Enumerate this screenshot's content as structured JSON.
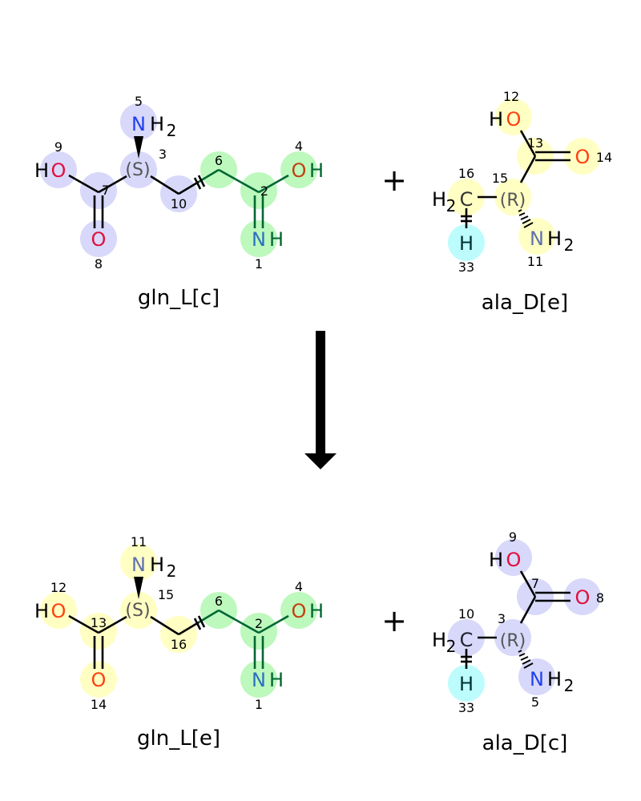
{
  "reaction": {
    "plus": "+",
    "arrow": "reaction-arrow",
    "reactants": [
      {
        "name": "gln_L[c]",
        "stereo": "(S)",
        "numbers": {
          "o_hydroxyl": "9",
          "c_carboxyl": "7",
          "o_carbonyl": "8",
          "c_alpha": "3",
          "n_amine": "5",
          "c_beta": "10",
          "c_gamma": "6",
          "c_amide": "2",
          "o_amide": "4",
          "n_amide": "1"
        }
      },
      {
        "name": "ala_D[e]",
        "stereo": "(R)",
        "numbers": {
          "o_hydroxyl": "12",
          "c_carboxyl": "13",
          "o_carbonyl": "14",
          "c_alpha": "15",
          "n_amine": "11",
          "c_methyl": "16",
          "h": "33"
        }
      }
    ],
    "products": [
      {
        "name": "gln_L[e]",
        "stereo": "(S)",
        "numbers": {
          "o_hydroxyl": "12",
          "c_carboxyl": "13",
          "o_carbonyl": "14",
          "c_alpha": "15",
          "n_amine": "11",
          "c_beta": "16",
          "c_gamma": "6",
          "c_amide": "2",
          "o_amide": "4",
          "n_amide": "1"
        }
      },
      {
        "name": "ala_D[c]",
        "stereo": "(R)",
        "numbers": {
          "o_hydroxyl": "9",
          "c_carboxyl": "7",
          "o_carbonyl": "8",
          "c_alpha": "3",
          "n_amine": "5",
          "c_methyl": "10",
          "h": "33"
        }
      }
    ],
    "atoms": {
      "H": "H",
      "O": "O",
      "N": "N",
      "C": "C",
      "sub2": "2"
    }
  },
  "colors": {
    "lavender": "#d8d8fa",
    "green": "#bdf8bd",
    "yellow": "#ffffc4",
    "cyan": "#bdfcfc"
  }
}
